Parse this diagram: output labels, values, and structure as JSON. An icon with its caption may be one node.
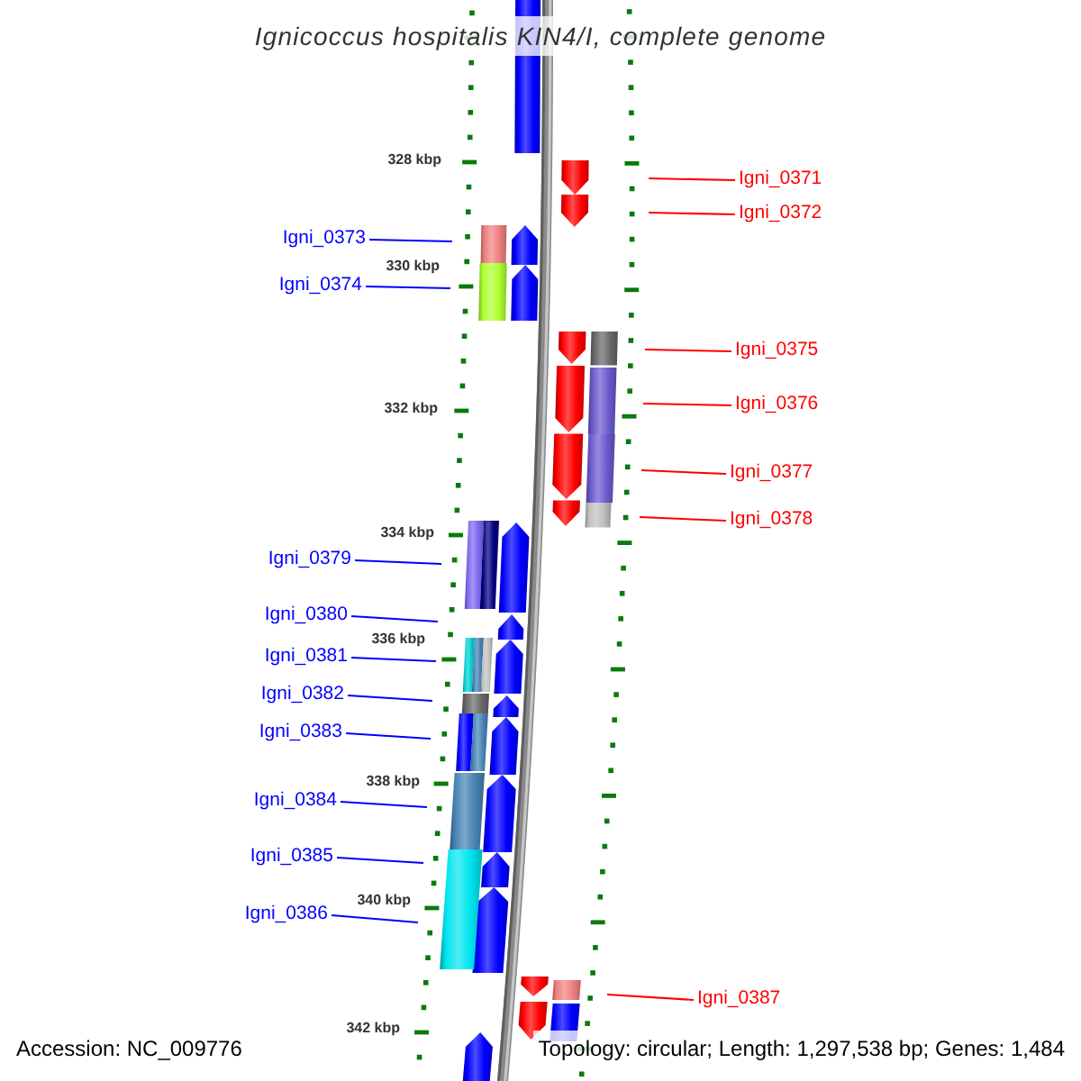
{
  "diagram": {
    "title": "Ignicoccus hospitalis KIN4/I, complete genome",
    "nodes": [
      {
        "text": [
          "Igni_0371"
        ]
      },
      {
        "text": [
          "Igni_0372"
        ]
      },
      {
        "text": [
          "Igni_0373"
        ]
      },
      {
        "text": [
          "Igni_0374"
        ]
      },
      {
        "text": [
          "Igni_0375"
        ]
      },
      {
        "text": [
          "Igni_0376"
        ]
      },
      {
        "text": [
          "Igni_0377"
        ]
      },
      {
        "text": [
          "Igni_0378"
        ]
      },
      {
        "text": [
          "Igni_0379"
        ]
      },
      {
        "text": [
          "Igni_0380"
        ]
      },
      {
        "text": [
          "Igni_0381"
        ]
      },
      {
        "text": [
          "Igni_0382"
        ]
      },
      {
        "text": [
          "Igni_0383"
        ]
      },
      {
        "text": [
          "Igni_0384"
        ]
      },
      {
        "text": [
          "Igni_0385"
        ]
      },
      {
        "text": [
          "Igni_0386"
        ]
      },
      {
        "text": [
          "Igni_0387"
        ]
      }
    ],
    "edges": [
      {
        "from": 0,
        "to": null,
        "arrow": "none",
        "color": "#ff0000"
      },
      {
        "from": 1,
        "to": null,
        "arrow": "none",
        "color": "#ff0000"
      },
      {
        "from": 2,
        "to": null,
        "arrow": "none"
      },
      {
        "from": 3,
        "to": null,
        "arrow": "none"
      },
      {
        "from": 4,
        "to": null,
        "arrow": "none",
        "color": "#ff0000"
      },
      {
        "from": 5,
        "to": null,
        "arrow": "none",
        "color": "#ff0000"
      },
      {
        "from": 6,
        "to": null,
        "arrow": "none",
        "color": "#ff0000"
      },
      {
        "from": 7,
        "to": null,
        "arrow": "none",
        "color": "#ff0000"
      },
      {
        "from": 8,
        "to": null,
        "arrow": "none"
      },
      {
        "from": 9,
        "to": null,
        "arrow": "none"
      },
      {
        "from": 10,
        "to": null,
        "arrow": "none"
      },
      {
        "from": 11,
        "to": null,
        "arrow": "none"
      },
      {
        "from": 12,
        "to": null,
        "arrow": "none"
      },
      {
        "from": 13,
        "to": null,
        "arrow": "none"
      },
      {
        "from": 14,
        "to": null,
        "arrow": "none"
      },
      {
        "from": 15,
        "to": null,
        "arrow": "none"
      },
      {
        "from": 16,
        "to": null,
        "arrow": "none",
        "color": "#ff0000"
      }
    ],
    "labels": [
      "328 kbp",
      "330 kbp",
      "332 kbp",
      "334 kbp",
      "336 kbp",
      "338 kbp",
      "340 kbp",
      "342 kbp",
      "Accession: NC_009776",
      "Topology: circular; Length: 1,297,538 bp; Genes: 1,484"
    ]
  }
}
